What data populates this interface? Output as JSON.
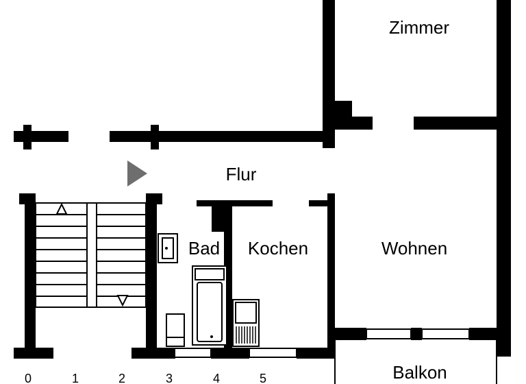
{
  "rooms": {
    "zimmer": "Zimmer",
    "flur": "Flur",
    "bad": "Bad",
    "kochen": "Kochen",
    "wohnen": "Wohnen",
    "balkon": "Balkon"
  },
  "scale": {
    "ticks": [
      "0",
      "1",
      "2",
      "3",
      "4",
      "5"
    ]
  },
  "colors": {
    "wall": "#000000",
    "entrance_marker": "#6e6e6e",
    "background": "#ffffff"
  },
  "icons": {
    "entrance": "triangle-right",
    "stair_up": "triangle-up",
    "stair_down": "triangle-down"
  }
}
